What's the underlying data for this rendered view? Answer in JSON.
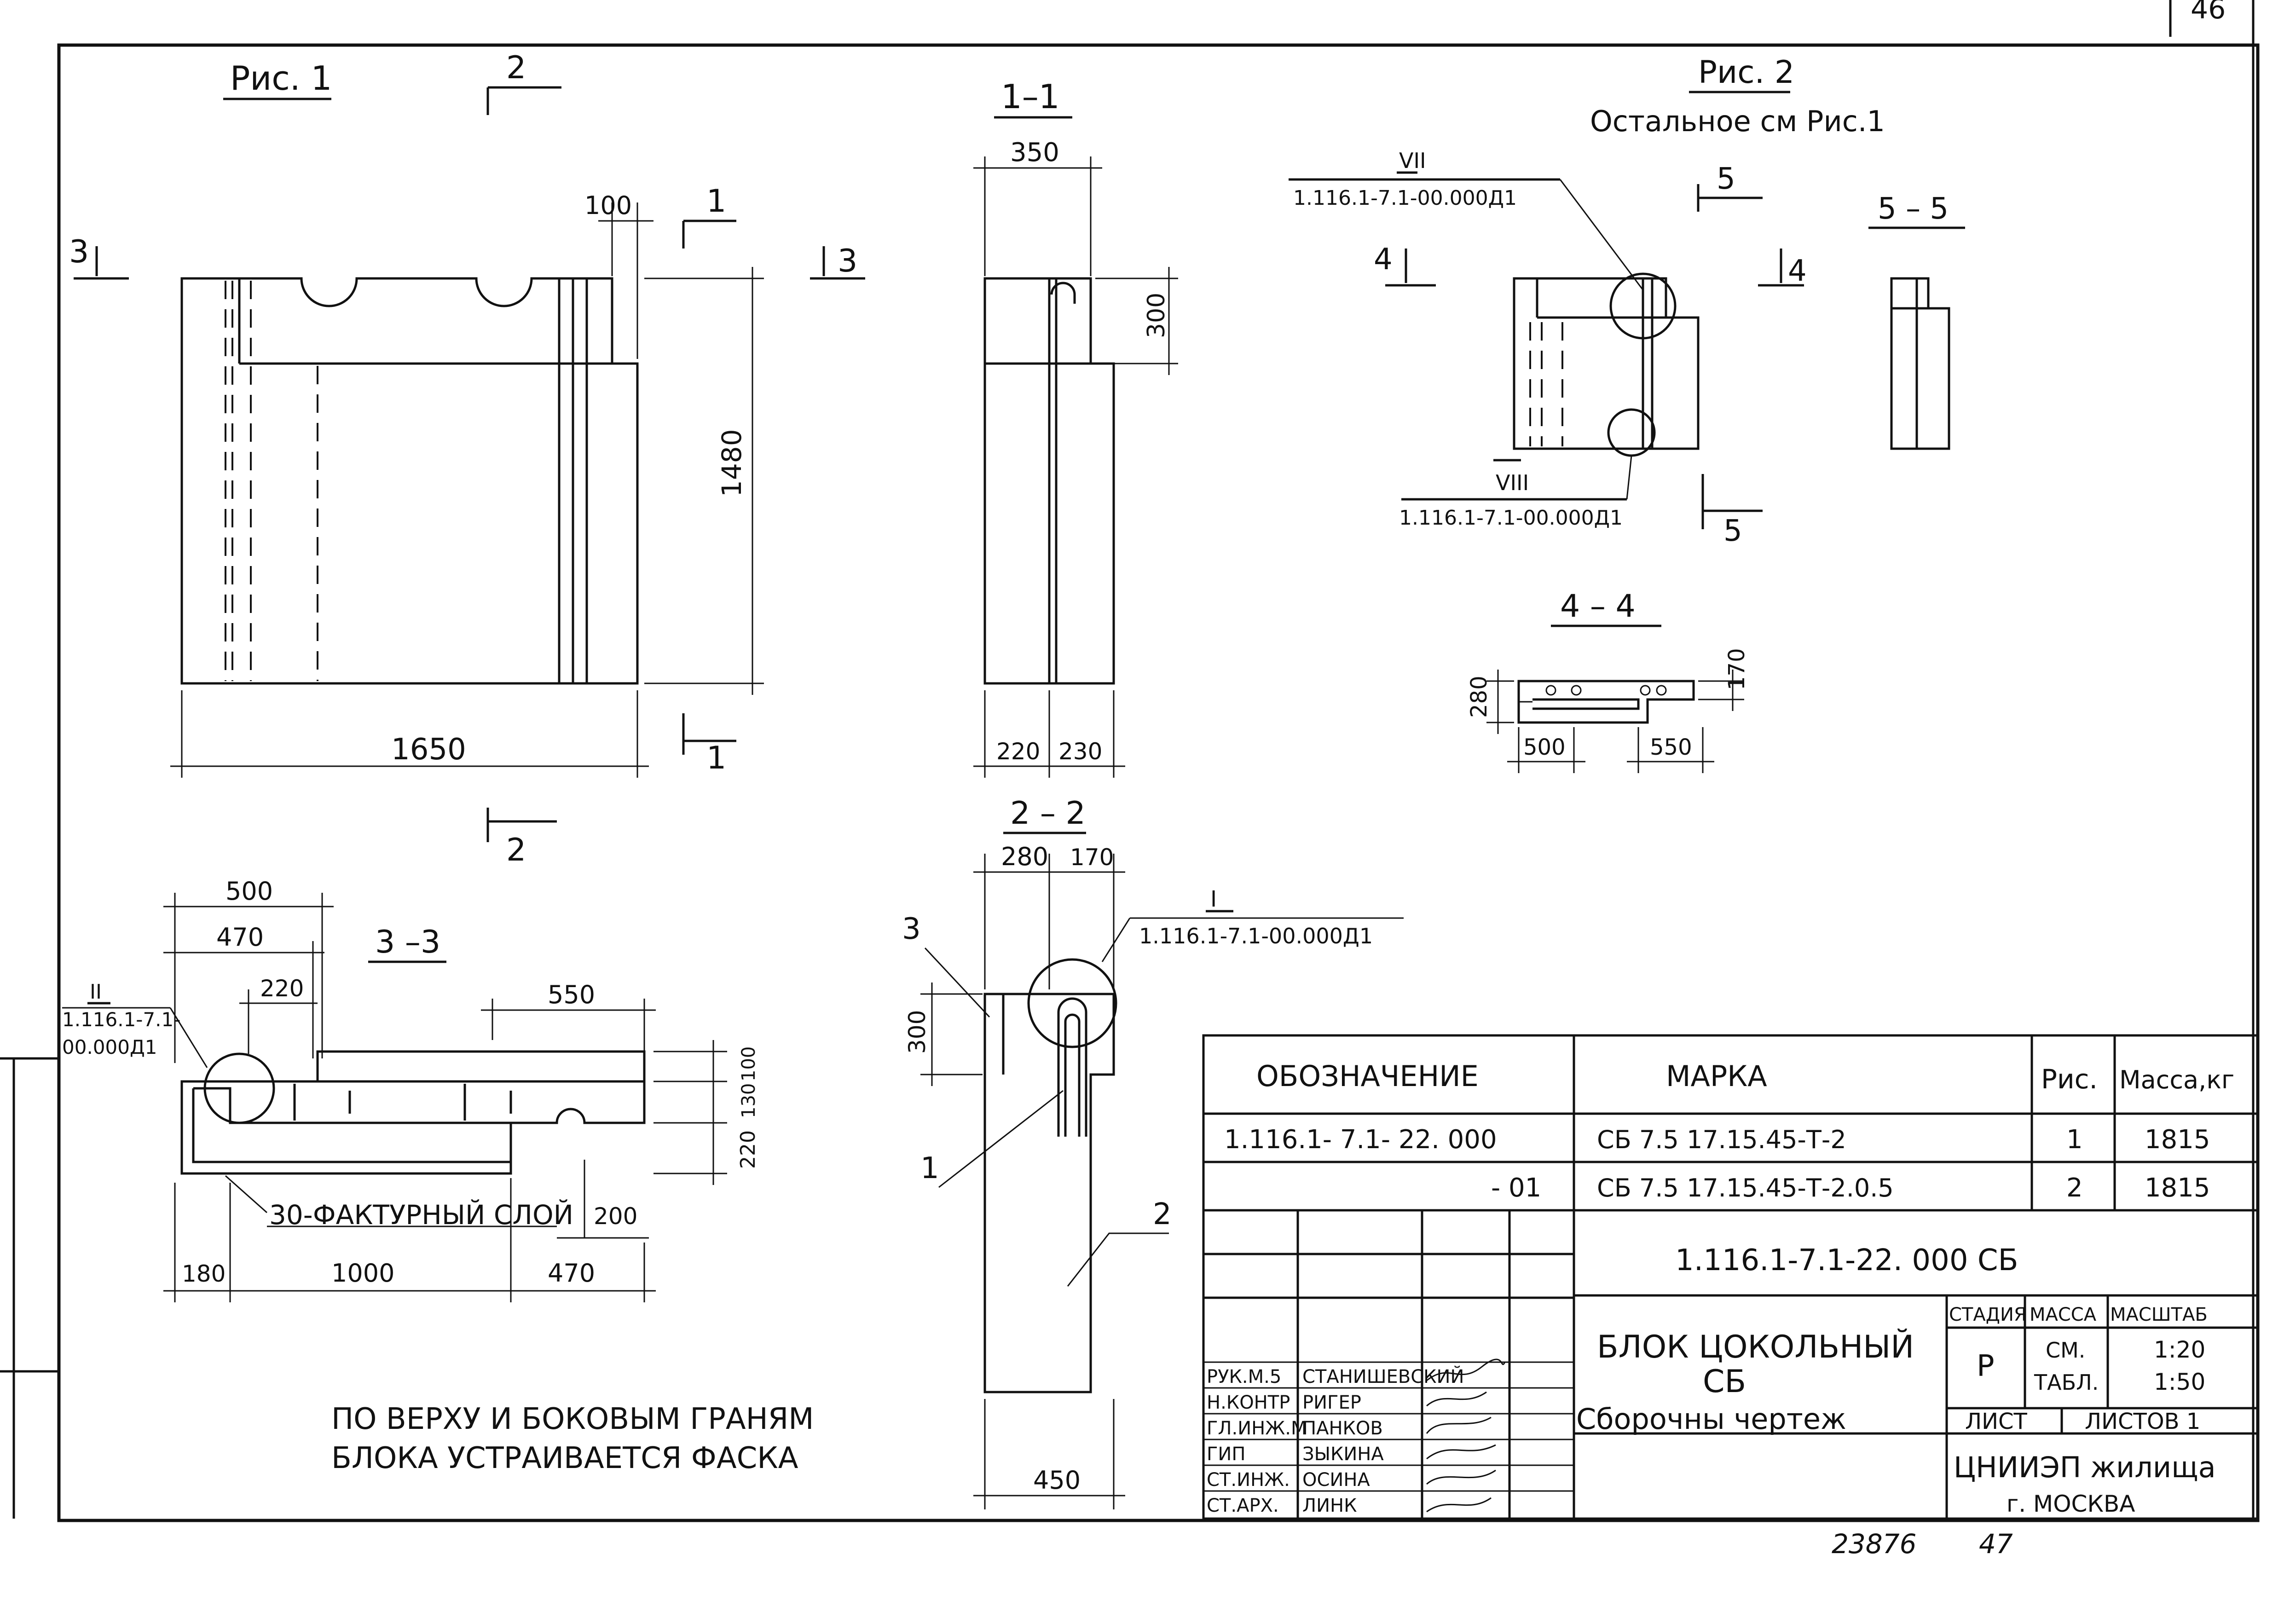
{
  "sheet_number": "46",
  "bottom_numbers": {
    "left": "23876",
    "right": "47"
  },
  "fig1": {
    "title": "Рис. 1",
    "sec_2_top": "2",
    "sec_1_top": "1",
    "sec_3_left": "3",
    "sec_3_right": "3",
    "sec_1_bottom": "1",
    "sec_2_bottom": "2",
    "dim_width": "1650",
    "dim_height": "1480",
    "dim_top": "100"
  },
  "sec_1_1": {
    "title": "1–1",
    "dim_top": "350",
    "dim_side": "300",
    "dim_bot_left": "220",
    "dim_bot_right": "230"
  },
  "fig2": {
    "title": "Рис. 2",
    "subtitle": "Остальное см Рис.1",
    "ref_vii_num": "VII",
    "ref_vii_code": "1.116.1-7.1-00.000Д1",
    "ref_viii_num": "VIII",
    "ref_viii_code": "1.116.1-7.1-00.000Д1",
    "sec_5_top": "5",
    "sec_5_bottom": "5",
    "sec_4_left": "4",
    "sec_4_right": "4"
  },
  "sec_5_5": {
    "title": "5 – 5"
  },
  "sec_4_4": {
    "title": "4 – 4",
    "dim_left_h": "280",
    "dim_right_h": "170",
    "dim_bot_left": "500",
    "dim_bot_right": "550"
  },
  "sec_3_3": {
    "title": "3 –3",
    "dim_500": "500",
    "dim_470_top": "470",
    "dim_220_top": "220",
    "dim_550": "550",
    "dim_100": "100",
    "dim_130": "130",
    "dim_220_side": "220",
    "dim_200": "200",
    "dim_180": "180",
    "dim_1000": "1000",
    "dim_470_bot": "470",
    "ref_ii_num": "II",
    "ref_ii_code_1": "1.116.1-7.1-",
    "ref_ii_code_2": "00.000Д1",
    "layer_note": "30-ФАКТУРНЫЙ СЛОЙ"
  },
  "sec_2_2": {
    "title": "2 – 2",
    "dim_280": "280",
    "dim_170": "170",
    "dim_300": "300",
    "dim_450": "450",
    "ref_i_num": "I",
    "ref_i_code": "1.116.1-7.1-00.000Д1",
    "callout_1": "1",
    "callout_2": "2",
    "callout_3": "3"
  },
  "note": {
    "line1": "ПО ВЕРХУ И  БОКОВЫМ  ГРАНЯМ",
    "line2": "БЛОКА  УСТРАИВАЕТСЯ   ФАСКА"
  },
  "spec_table": {
    "headers": [
      "ОБОЗНАЧЕНИЕ",
      "МАРКА",
      "Рис.",
      "Масса,кг"
    ],
    "rows": [
      [
        "1.116.1- 7.1- 22. 000",
        "СБ 7.5 17.15.45-Т-2",
        "1",
        "1815"
      ],
      [
        "- 01",
        "СБ 7.5 17.15.45-Т-2.0.5",
        "2",
        "1815"
      ]
    ]
  },
  "title_block": {
    "doc_code": "1.116.1-7.1-22. 000 СБ",
    "name_line1": "БЛОК ЦОКОЛЬНЫЙ",
    "name_line2": "СБ",
    "name_line3": "Сборочны чертеж",
    "stage_header": "СТАДИЯ",
    "mass_header": "МАССА",
    "scale_header": "МАСШТАБ",
    "stage": "Р",
    "mass_1": "СМ.",
    "mass_2": "ТАБЛ.",
    "scale_1": "1:20",
    "scale_2": "1:50",
    "sheet_label": "ЛИСТ",
    "sheets_label": "ЛИСТОВ 1",
    "org_line1": "ЦНИИЭП жилища",
    "org_line2": "г. МОСКВА",
    "staff": [
      {
        "role": "РУК.М.5",
        "name": "СТАНИШЕВСКИЙ"
      },
      {
        "role": "Н.КОНТР",
        "name": "РИГЕР"
      },
      {
        "role": "ГЛ.ИНЖ.М",
        "name": "ПАНКОВ"
      },
      {
        "role": "ГИП",
        "name": "ЗЫКИНА"
      },
      {
        "role": "СТ.ИНЖ.",
        "name": "ОСИНА"
      },
      {
        "role": "СТ.АРХ.",
        "name": "ЛИНК"
      }
    ]
  }
}
